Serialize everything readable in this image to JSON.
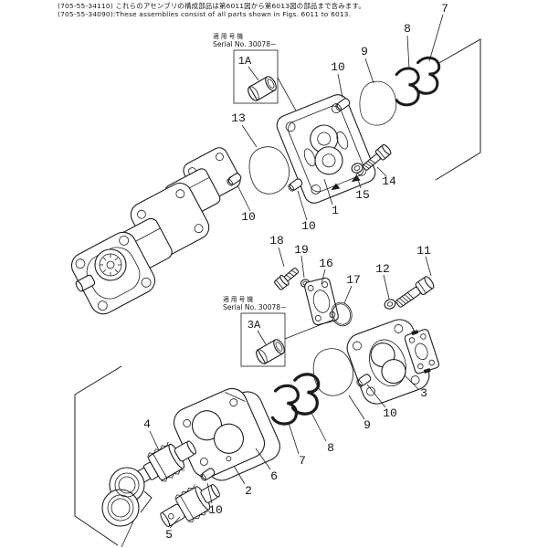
{
  "header": {
    "line1": "(705-55-34110) これらのアセンブリの構成部品は第6011図から第6013図の部品まで含みます。",
    "line2": "(705-55-34090):These assemblies consist of all parts shown in Figs. 6011 to 6013."
  },
  "serial_boxes": {
    "top": {
      "title_jp": "適用号機",
      "title_en": "Serial No. 30078~",
      "part_id": "1A"
    },
    "mid": {
      "title_jp": "適用号機",
      "title_en": "Serial No. 30078~",
      "part_id": "3A"
    }
  },
  "part_labels": [
    {
      "id": "gasket-13",
      "text": "13"
    },
    {
      "id": "pin-10-top",
      "text": "10"
    },
    {
      "id": "gasket-9-top",
      "text": "9"
    },
    {
      "id": "snapring-8-top",
      "text": "8"
    },
    {
      "id": "snapring-7-top",
      "text": "7"
    },
    {
      "id": "plate-1",
      "text": "1"
    },
    {
      "id": "bolt-14",
      "text": "14"
    },
    {
      "id": "washer-15",
      "text": "15"
    },
    {
      "id": "pin-10-a",
      "text": "10"
    },
    {
      "id": "pin-10-b",
      "text": "10"
    },
    {
      "id": "bolt-18",
      "text": "18"
    },
    {
      "id": "washer-19",
      "text": "19"
    },
    {
      "id": "flange-16",
      "text": "16"
    },
    {
      "id": "oring-17",
      "text": "17"
    },
    {
      "id": "washer-12",
      "text": "12"
    },
    {
      "id": "bolt-11",
      "text": "11"
    },
    {
      "id": "cover-3",
      "text": "3"
    },
    {
      "id": "gasket-9-bottom",
      "text": "9"
    },
    {
      "id": "pin-10-right",
      "text": "10"
    },
    {
      "id": "snapring-8-bottom",
      "text": "8"
    },
    {
      "id": "snapring-7-bottom",
      "text": "7"
    },
    {
      "id": "seal-6",
      "text": "6"
    },
    {
      "id": "carrier-2",
      "text": "2"
    },
    {
      "id": "pin-10-bottom",
      "text": "10"
    },
    {
      "id": "gear-5",
      "text": "5"
    },
    {
      "id": "gear-4",
      "text": "4"
    }
  ]
}
